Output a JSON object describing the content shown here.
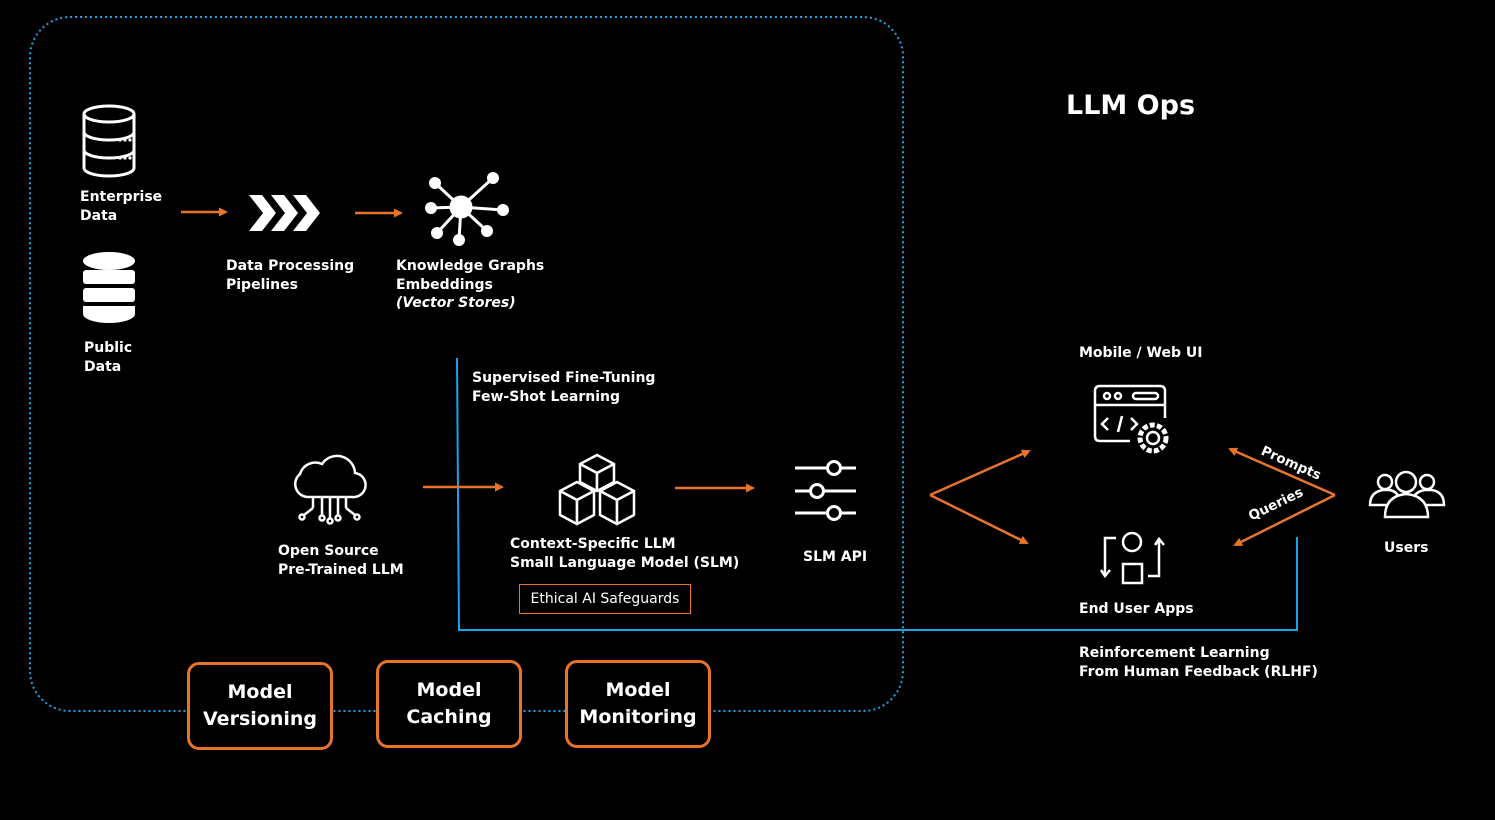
{
  "title": "LLM Ops",
  "nodes": {
    "enterprise_data": [
      "Enterprise",
      "Data"
    ],
    "public_data": [
      "Public",
      "Data"
    ],
    "data_processing": [
      "Data Processing",
      "Pipelines"
    ],
    "knowledge_graphs": [
      "Knowledge Graphs",
      "Embeddings"
    ],
    "knowledge_graphs_sub": "(Vector Stores)",
    "fine_tuning": [
      "Supervised Fine-Tuning",
      "Few-Shot Learning"
    ],
    "open_source": [
      "Open Source",
      "Pre-Trained LLM"
    ],
    "slm": [
      "Context-Specific LLM",
      "Small Language Model (SLM)"
    ],
    "ethics": "Ethical AI Safeguards",
    "slm_api": "SLM API",
    "mobile_web": "Mobile / Web UI",
    "end_user_apps": "End User Apps",
    "users": "Users",
    "rlhf": [
      "Reinforcement Learning",
      "From Human Feedback (RLHF)"
    ],
    "prompts": "Prompts",
    "queries": "Queries"
  },
  "ops_boxes": [
    [
      "Model",
      "Versioning"
    ],
    [
      "Model",
      "Caching"
    ],
    [
      "Model",
      "Monitoring"
    ]
  ],
  "icons": [
    "database-icon",
    "database-icon",
    "chevrons-icon",
    "network-graph-icon",
    "cloud-circuit-icon",
    "cubes-icon",
    "sliders-icon",
    "code-window-gear-icon",
    "app-cycle-icon",
    "users-group-icon"
  ],
  "colors": {
    "accent": "#e8742a",
    "blue": "#1aa3e8",
    "background": "#000000",
    "text": "#ffffff"
  }
}
